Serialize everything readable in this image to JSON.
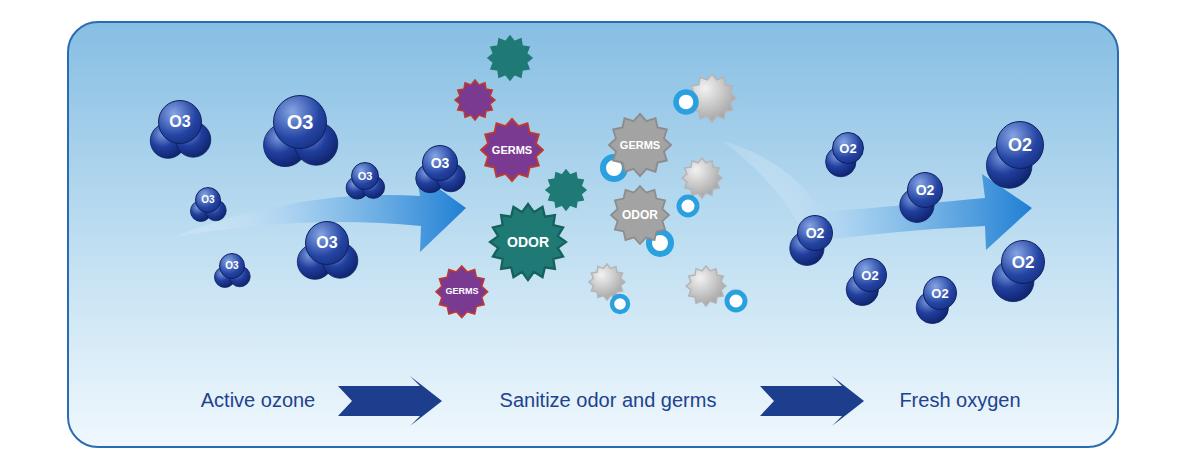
{
  "diagram": {
    "nodes": [
      {
        "text": [
          "O3"
        ]
      },
      {
        "text": [
          "O3"
        ]
      },
      {
        "text": [
          "O3"
        ]
      },
      {
        "text": [
          "O3"
        ]
      },
      {
        "text": [
          "O3"
        ]
      },
      {
        "text": [
          "O3"
        ]
      },
      {
        "text": [
          "O3"
        ]
      },
      {
        "text": [
          "GERMS"
        ]
      },
      {
        "text": [
          "GERMS"
        ]
      },
      {
        "text": [
          "ODOR"
        ]
      },
      {
        "text": [
          "GERMS"
        ]
      },
      {
        "text": [
          "ODOR"
        ]
      },
      {
        "text": [
          "O2"
        ]
      },
      {
        "text": [
          "O2"
        ]
      },
      {
        "text": [
          "O2"
        ]
      },
      {
        "text": [
          "O2"
        ]
      },
      {
        "text": [
          "O2"
        ]
      },
      {
        "text": [
          "O2"
        ]
      },
      {
        "text": [
          "O2"
        ]
      }
    ],
    "labels": [
      "Active ozone",
      "Sanitize odor and germs",
      "Fresh oxygen"
    ]
  }
}
